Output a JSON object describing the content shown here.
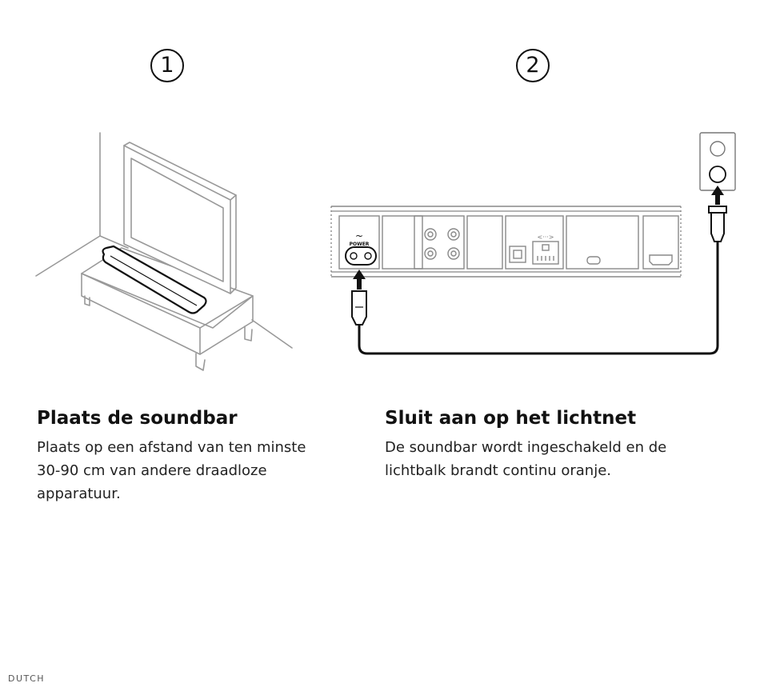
{
  "steps": [
    {
      "number": "1",
      "title": "Plaats de soundbar",
      "text": "Plaats op een afstand van ten minste 30-90 cm van andere draadloze apparatuur."
    },
    {
      "number": "2",
      "title": "Sluit aan op het lichtnet",
      "text": "De soundbar wordt ingeschakeld en de lichtbalk brandt continu oranje."
    }
  ],
  "diagram": {
    "power_symbol": "~",
    "power_label": "POWER",
    "network_arrows": "<···>"
  },
  "footer": {
    "language": "DUTCH"
  }
}
